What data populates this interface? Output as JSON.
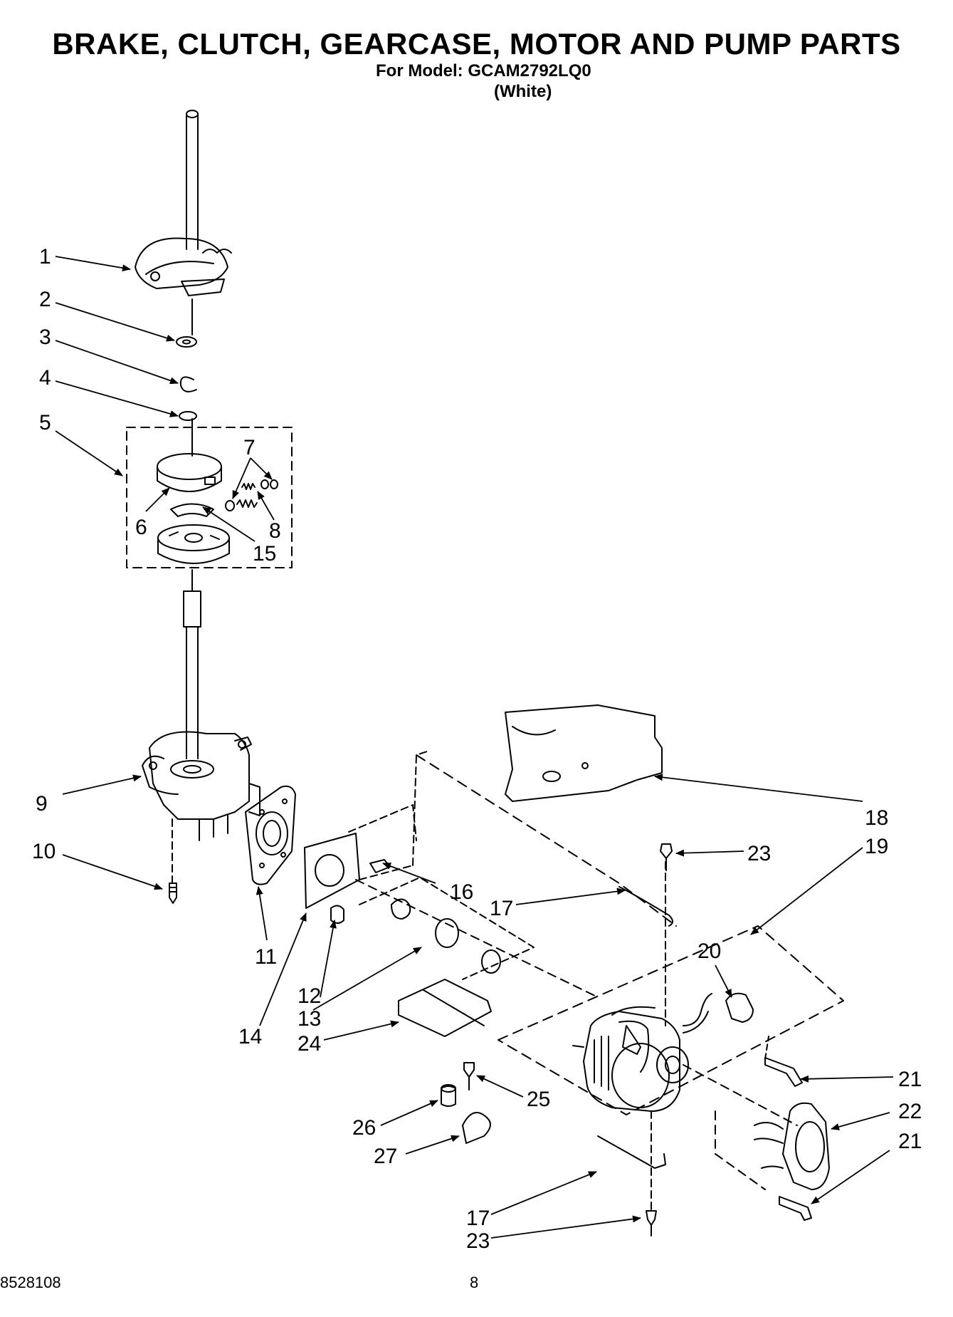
{
  "header": {
    "title": "BRAKE, CLUTCH, GEARCASE, MOTOR AND PUMP PARTS",
    "model_line": "For Model: GCAM2792LQ0",
    "color_line": "(White)"
  },
  "callouts": {
    "c1": "1",
    "c2": "2",
    "c3": "3",
    "c4": "4",
    "c5": "5",
    "c6": "6",
    "c7": "7",
    "c8": "8",
    "c9": "9",
    "c10": "10",
    "c11": "11",
    "c12": "12",
    "c13": "13",
    "c14": "14",
    "c15": "15",
    "c16": "16",
    "c17a": "17",
    "c17b": "17",
    "c18": "18",
    "c19": "19",
    "c20": "20",
    "c21a": "21",
    "c21b": "21",
    "c22": "22",
    "c23a": "23",
    "c23b": "23",
    "c24": "24",
    "c25": "25",
    "c26": "26",
    "c27": "27"
  },
  "footer": {
    "doc_number": "8528108",
    "page_number": "8"
  }
}
